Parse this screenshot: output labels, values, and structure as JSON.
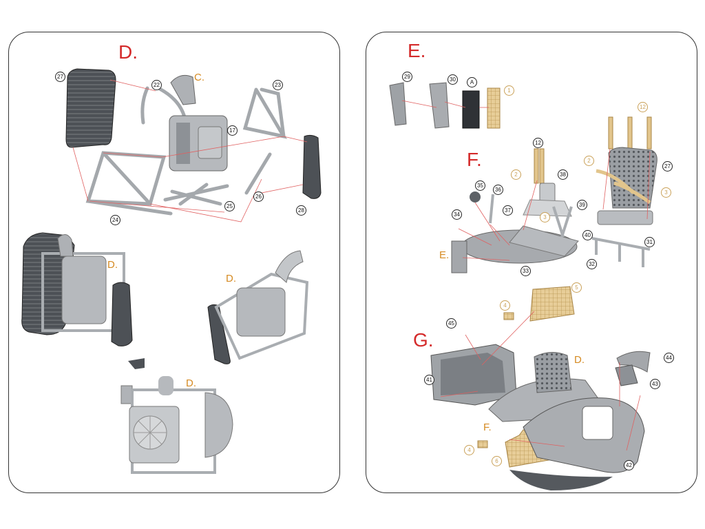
{
  "panels": {
    "left": {
      "step_label": "D.",
      "subassembly_labels": [
        "C.",
        "D.",
        "D.",
        "D."
      ],
      "callouts": [
        "27",
        "22",
        "23",
        "17",
        "24",
        "25",
        "26",
        "28"
      ]
    },
    "right": {
      "step_labels": [
        "E.",
        "F.",
        "G."
      ],
      "subassembly_labels": [
        "E.",
        "D.",
        "F."
      ],
      "callouts": [
        "29",
        "30",
        "A",
        "12",
        "35",
        "36",
        "38",
        "34",
        "37",
        "39",
        "40",
        "31",
        "33",
        "32",
        "27",
        "45",
        "41",
        "44",
        "43",
        "42"
      ],
      "photoetch_callouts": [
        "1",
        "12",
        "2",
        "3",
        "2",
        "3",
        "4",
        "5",
        "4",
        "6"
      ]
    }
  },
  "colors": {
    "step_label": "#d42a2a",
    "subassembly_label": "#d58a22",
    "part": "#b9bcc0",
    "part_dark": "#4d5156",
    "photoetch": "#e2c58c",
    "guide_line": "#e06060"
  }
}
